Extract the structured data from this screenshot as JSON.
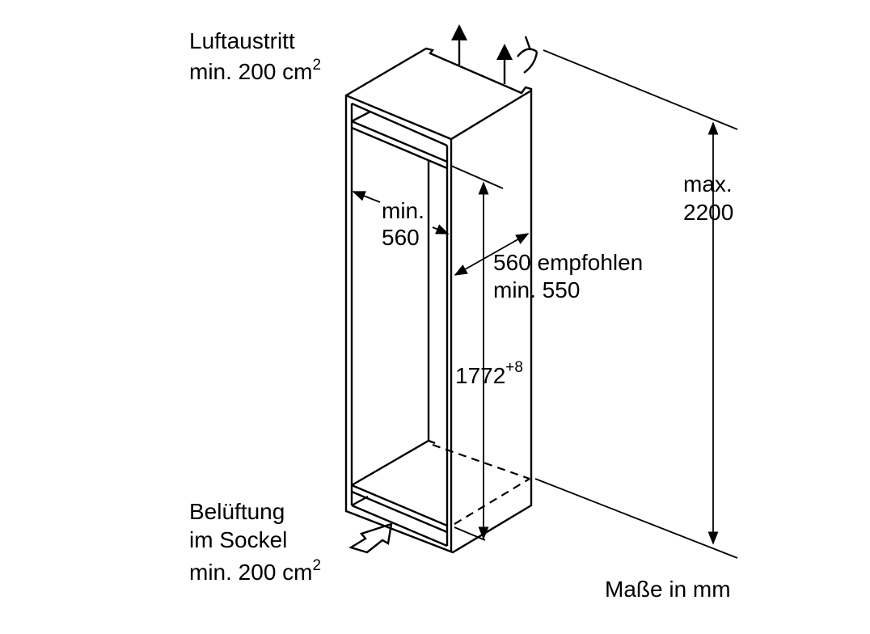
{
  "labels": {
    "air_outlet_title": "Luftaustritt",
    "air_outlet_min": "min. 200 cm",
    "air_outlet_exp": "2",
    "max_label": "max.",
    "max_value": "2200",
    "width_min": "min.",
    "width_value": "560",
    "depth_recommended": "560 empfohlen",
    "depth_min": "min. 550",
    "height_value": "1772",
    "height_tolerance": "+8",
    "plinth_vent_title": "Belüftung",
    "plinth_vent_location": "im Sockel",
    "plinth_vent_min": "min. 200 cm",
    "plinth_vent_exp": "2",
    "units_note": "Maße in mm"
  }
}
